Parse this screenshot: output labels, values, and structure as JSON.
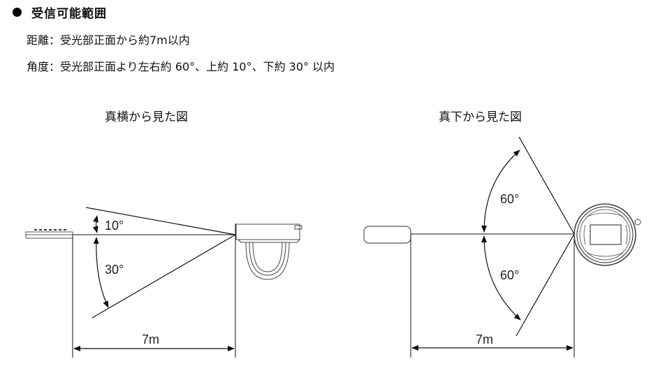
{
  "section": {
    "bullet_icon": "filled-circle",
    "title": "受信可能範囲"
  },
  "specs": {
    "distance": "距離：受光部正面から約7m以内",
    "angle": "角度：受光部正面より左右約 60°、上約 10°、下約 30° 以内"
  },
  "diagrams": {
    "side_view": {
      "caption": "真横から見た図",
      "angle_up": "10°",
      "angle_down": "30°",
      "distance": "7m"
    },
    "bottom_view": {
      "caption": "真下から見た図",
      "angle_left": "60°",
      "angle_right": "60°",
      "distance": "7m"
    }
  }
}
